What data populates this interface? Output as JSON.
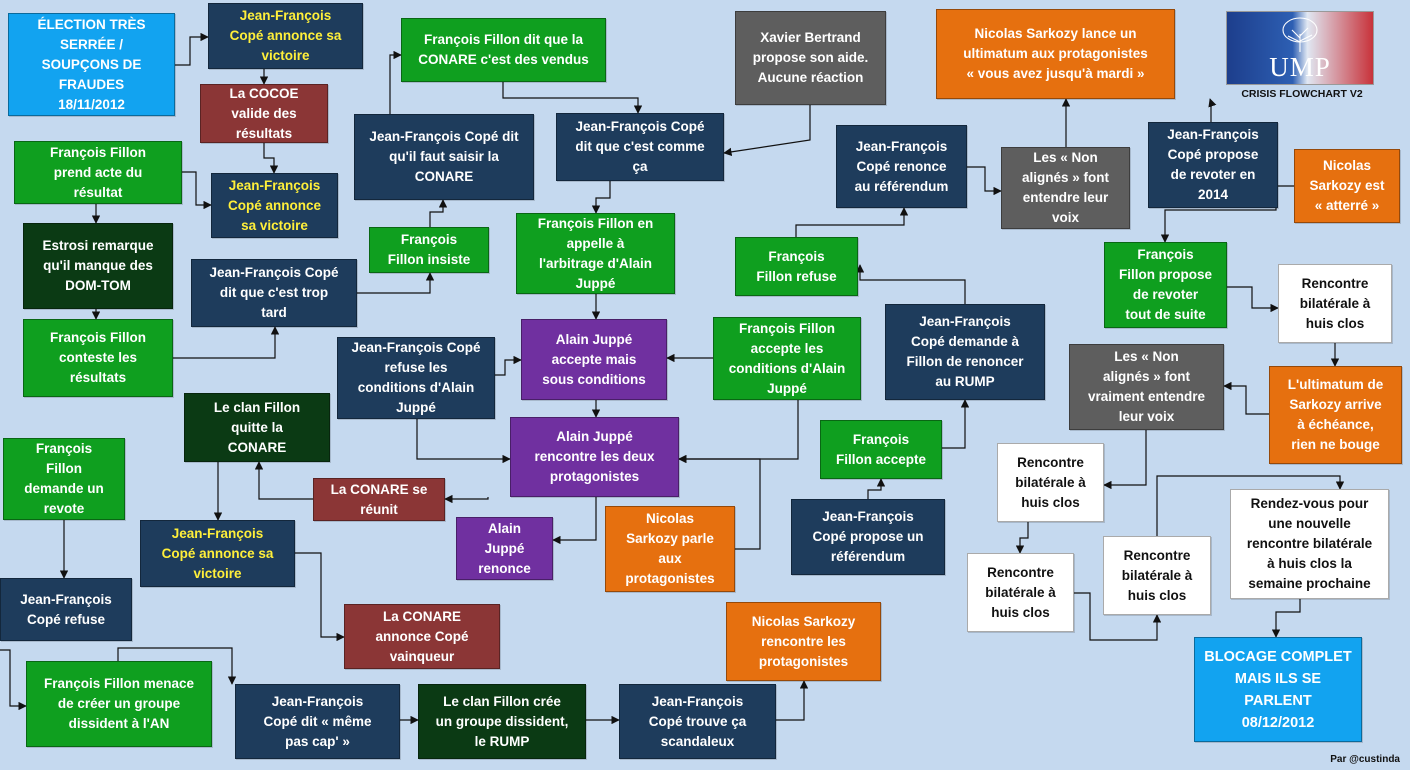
{
  "nodes": [
    {
      "id": "n1",
      "lines": [
        "ÉLECTION TRÈS",
        "SERRÉE /",
        "SOUPÇONS DE",
        "FRAUDES",
        "18/11/2012"
      ],
      "style": "sky"
    },
    {
      "id": "n2",
      "lines": [
        "Jean-François",
        "Copé annonce sa",
        "victoire"
      ],
      "style": "navy-y"
    },
    {
      "id": "n3",
      "lines": [
        "La COCOE",
        "valide des",
        "résultats"
      ],
      "style": "red"
    },
    {
      "id": "n4",
      "lines": [
        "François Fillon",
        "prend acte du",
        "résultat"
      ],
      "style": "green"
    },
    {
      "id": "n5",
      "lines": [
        "Jean-François",
        "Copé annonce",
        "sa victoire"
      ],
      "style": "navy-y"
    },
    {
      "id": "n6",
      "lines": [
        "Estrosi remarque",
        "qu'il manque des",
        "DOM-TOM"
      ],
      "style": "darkgreen"
    },
    {
      "id": "n7",
      "lines": [
        "François Fillon",
        "conteste les",
        "résultats"
      ],
      "style": "green"
    },
    {
      "id": "n8",
      "lines": [
        "François Fillon dit que la",
        "CONARE c'est des vendus"
      ],
      "style": "green"
    },
    {
      "id": "n9",
      "lines": [
        "Jean-François Copé dit",
        "qu'il faut saisir la",
        "CONARE"
      ],
      "style": "navy"
    },
    {
      "id": "n10",
      "lines": [
        "François",
        "Fillon insiste"
      ],
      "style": "green"
    },
    {
      "id": "n11",
      "lines": [
        "Jean-François Copé",
        "dit que c'est trop",
        "tard"
      ],
      "style": "navy"
    },
    {
      "id": "n12",
      "lines": [
        "Jean-François Copé",
        "dit que c'est comme",
        "ça"
      ],
      "style": "navy"
    },
    {
      "id": "n13",
      "lines": [
        "Xavier Bertrand",
        "propose son aide.",
        "Aucune réaction"
      ],
      "style": "grey"
    },
    {
      "id": "n14",
      "lines": [
        "François Fillon en",
        "appelle à",
        "l'arbitrage d'Alain",
        "Juppé"
      ],
      "style": "green"
    },
    {
      "id": "n15",
      "lines": [
        "Alain Juppé",
        "accepte mais",
        "sous conditions"
      ],
      "style": "purple"
    },
    {
      "id": "n16",
      "lines": [
        "Jean-François Copé",
        "refuse les",
        "conditions d'Alain",
        "Juppé"
      ],
      "style": "navy"
    },
    {
      "id": "n17",
      "lines": [
        "François Fillon",
        "accepte les",
        "conditions d'Alain",
        "Juppé"
      ],
      "style": "green"
    },
    {
      "id": "n18",
      "lines": [
        "Alain Juppé",
        "rencontre les deux",
        "protagonistes"
      ],
      "style": "purple"
    },
    {
      "id": "n19",
      "lines": [
        "Le clan Fillon",
        "quitte la",
        "CONARE"
      ],
      "style": "darkgreen"
    },
    {
      "id": "n20",
      "lines": [
        "La CONARE se",
        "réunit"
      ],
      "style": "red"
    },
    {
      "id": "n21",
      "lines": [
        "François",
        "Fillon",
        "demande un",
        "revote"
      ],
      "style": "green"
    },
    {
      "id": "n22",
      "lines": [
        "Jean-François",
        "Copé annonce sa",
        "victoire"
      ],
      "style": "navy-y"
    },
    {
      "id": "n23",
      "lines": [
        "Jean-François",
        "Copé refuse"
      ],
      "style": "navy"
    },
    {
      "id": "n24",
      "lines": [
        "Alain",
        "Juppé",
        "renonce"
      ],
      "style": "purple"
    },
    {
      "id": "n25",
      "lines": [
        "La CONARE",
        "annonce Copé",
        "vainqueur"
      ],
      "style": "red"
    },
    {
      "id": "n26",
      "lines": [
        "Nicolas",
        "Sarkozy parle",
        "aux",
        "protagonistes"
      ],
      "style": "orange"
    },
    {
      "id": "n27",
      "lines": [
        "François Fillon menace",
        "de créer un groupe",
        "dissident à l'AN"
      ],
      "style": "green"
    },
    {
      "id": "n28",
      "lines": [
        "Jean-François",
        "Copé dit « même",
        "pas cap' »"
      ],
      "style": "navy"
    },
    {
      "id": "n29",
      "lines": [
        "Le clan Fillon crée",
        "un groupe dissident,",
        "le RUMP"
      ],
      "style": "darkgreen"
    },
    {
      "id": "n30",
      "lines": [
        "Jean-François",
        "Copé trouve ça",
        "scandaleux"
      ],
      "style": "navy"
    },
    {
      "id": "n31",
      "lines": [
        "Nicolas Sarkozy",
        "rencontre les",
        "protagonistes"
      ],
      "style": "orange"
    },
    {
      "id": "n32",
      "lines": [
        "Jean-François",
        "Copé propose un",
        "référendum"
      ],
      "style": "navy"
    },
    {
      "id": "n33",
      "lines": [
        "François",
        "Fillon accepte"
      ],
      "style": "green"
    },
    {
      "id": "n34",
      "lines": [
        "Jean-François",
        "Copé demande à",
        "Fillon de renoncer",
        "au RUMP"
      ],
      "style": "navy"
    },
    {
      "id": "n35",
      "lines": [
        "François",
        "Fillon refuse"
      ],
      "style": "green"
    },
    {
      "id": "n36",
      "lines": [
        "Jean-François",
        "Copé renonce",
        "au référendum"
      ],
      "style": "navy"
    },
    {
      "id": "n37",
      "lines": [
        "Les « Non",
        "alignés » font",
        "entendre leur",
        "voix"
      ],
      "style": "grey"
    },
    {
      "id": "n38",
      "lines": [
        "Nicolas Sarkozy lance un",
        "ultimatum aux protagonistes",
        "« vous avez jusqu'à mardi »"
      ],
      "style": "orange"
    },
    {
      "id": "n39",
      "lines": [
        "Jean-François",
        "Copé propose",
        "de revoter en",
        "2014"
      ],
      "style": "navy"
    },
    {
      "id": "n40",
      "lines": [
        "Nicolas",
        "Sarkozy est",
        "« atterré »"
      ],
      "style": "orange"
    },
    {
      "id": "n41",
      "lines": [
        "François",
        "Fillon propose",
        "de revoter",
        "tout de suite"
      ],
      "style": "green"
    },
    {
      "id": "n42",
      "lines": [
        "Rencontre",
        "bilatérale à",
        "huis clos"
      ],
      "style": "white"
    },
    {
      "id": "n43",
      "lines": [
        "Les « Non",
        "alignés » font",
        "vraiment entendre",
        "leur voix"
      ],
      "style": "grey"
    },
    {
      "id": "n44",
      "lines": [
        "L'ultimatum de",
        "Sarkozy arrive",
        "à échéance,",
        "rien ne bouge"
      ],
      "style": "orange"
    },
    {
      "id": "n45",
      "lines": [
        "Rencontre",
        "bilatérale à",
        "huis clos"
      ],
      "style": "white"
    },
    {
      "id": "n46",
      "lines": [
        "Rencontre",
        "bilatérale à",
        "huis clos"
      ],
      "style": "white"
    },
    {
      "id": "n47",
      "lines": [
        "Rencontre",
        "bilatérale à",
        "huis clos"
      ],
      "style": "white"
    },
    {
      "id": "n48",
      "lines": [
        "Rendez-vous pour",
        "une nouvelle",
        "rencontre bilatérale",
        "à huis clos la",
        "semaine prochaine"
      ],
      "style": "white"
    },
    {
      "id": "n49",
      "lines": [
        "BLOCAGE COMPLET",
        "MAIS ILS SE",
        "PARLENT",
        "08/12/2012"
      ],
      "style": "sky-big"
    }
  ],
  "logo": {
    "text": "UMP"
  },
  "version_label": "CRISIS FLOWCHART  V2",
  "signature": "Par @custinda",
  "colors": {
    "navy": "#1e3c5c",
    "green": "#0f9f1f",
    "dark_green": "#0b3a14",
    "red": "#8b3636",
    "orange": "#e6700f",
    "purple": "#7030a0",
    "grey": "#5e5e5e",
    "sky": "#12a3f0",
    "yellow_text": "#ffef3a",
    "background": "#c5d9ef"
  }
}
